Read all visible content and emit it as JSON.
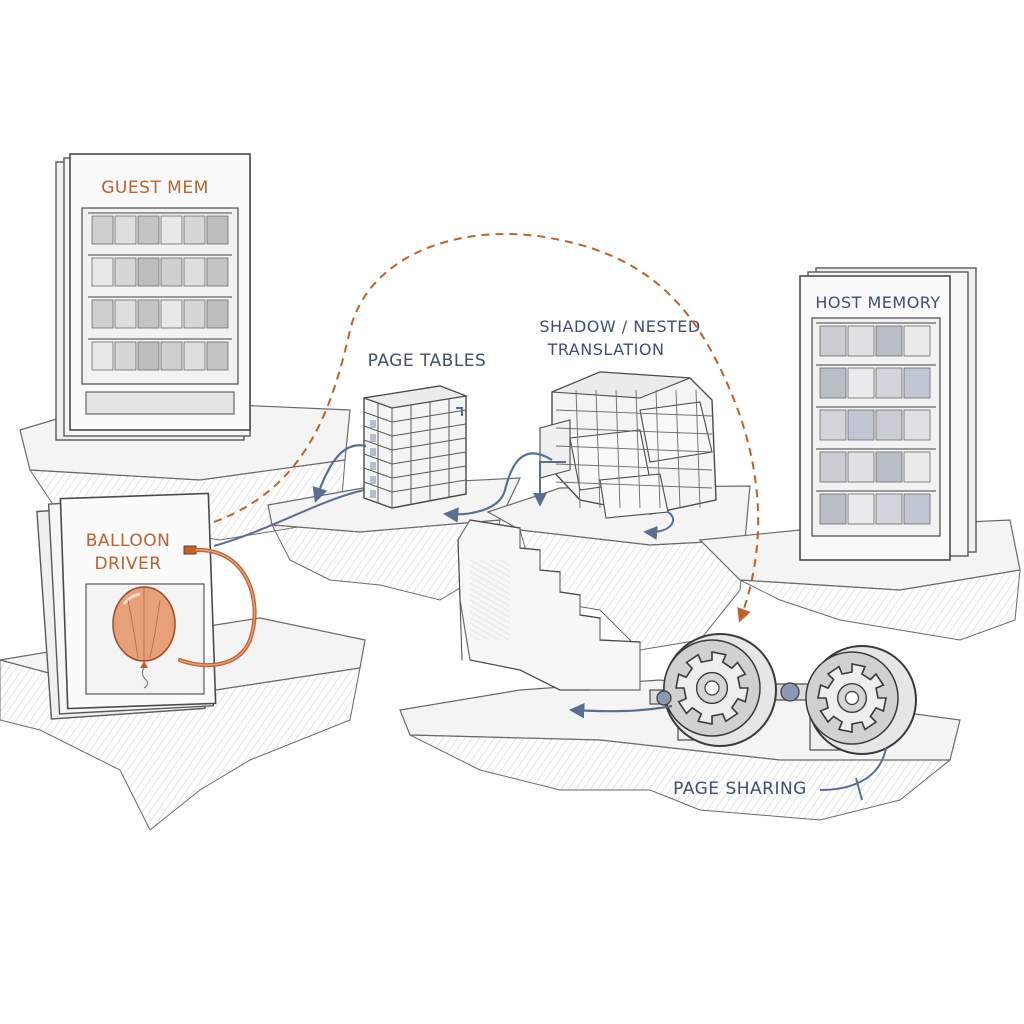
{
  "labels": {
    "guest_mem": "GUEST MEM",
    "host_memory": "HOST MEMORY",
    "page_tables": "PAGE TABLES",
    "shadow_line1": "SHADOW / NESTED",
    "shadow_line2": "TRANSLATION",
    "balloon_line1": "BALLOON",
    "balloon_line2": "DRIVER",
    "page_sharing": "PAGE SHARING"
  },
  "colors": {
    "accent_orange": "#c0602a",
    "label_blue": "#3f4f6e",
    "arrow_blue": "#5a6e92",
    "pencil": "#4a4a4a",
    "balloon": "#e8a07a"
  }
}
